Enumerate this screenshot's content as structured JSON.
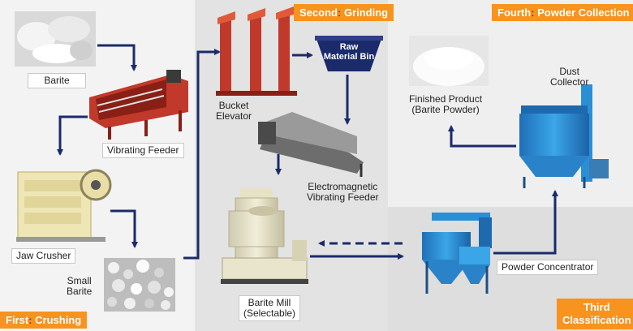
{
  "stages": {
    "first": {
      "ordinal": "First",
      "name": "Crushing"
    },
    "second": {
      "ordinal": "Second",
      "name": "Grinding"
    },
    "third": {
      "ordinal": "Third",
      "name": "Classification"
    },
    "fourth": {
      "ordinal": "Fourth",
      "name": "Powder Collection"
    }
  },
  "labels": {
    "barite": "Barite",
    "vibrating_feeder": "Vibrating Feeder",
    "jaw_crusher": "Jaw Crusher",
    "small_barite_1": "Small",
    "small_barite_2": "Barite",
    "bucket_elevator_1": "Bucket",
    "bucket_elevator_2": "Elevator",
    "raw_bin_1": "Raw",
    "raw_bin_2": "Material Bin",
    "em_feeder_1": "Electromagnetic",
    "em_feeder_2": "Vibrating Feeder",
    "barite_mill_1": "Barite Mill",
    "barite_mill_2": "(Selectable)",
    "finished_1": "Finished Product",
    "finished_2": "(Barite Powder)",
    "dust_1": "Dust",
    "dust_2": "Collector",
    "powder_concentrator": "Powder Concentrator"
  },
  "colors": {
    "accent": "#f7931e",
    "ordinal": "#c1272d",
    "arrow": "#1b2a6b",
    "equipment_red": "#c0392b",
    "equipment_blue": "#2b8fd6",
    "mill_beige": "#e8e4c9"
  }
}
